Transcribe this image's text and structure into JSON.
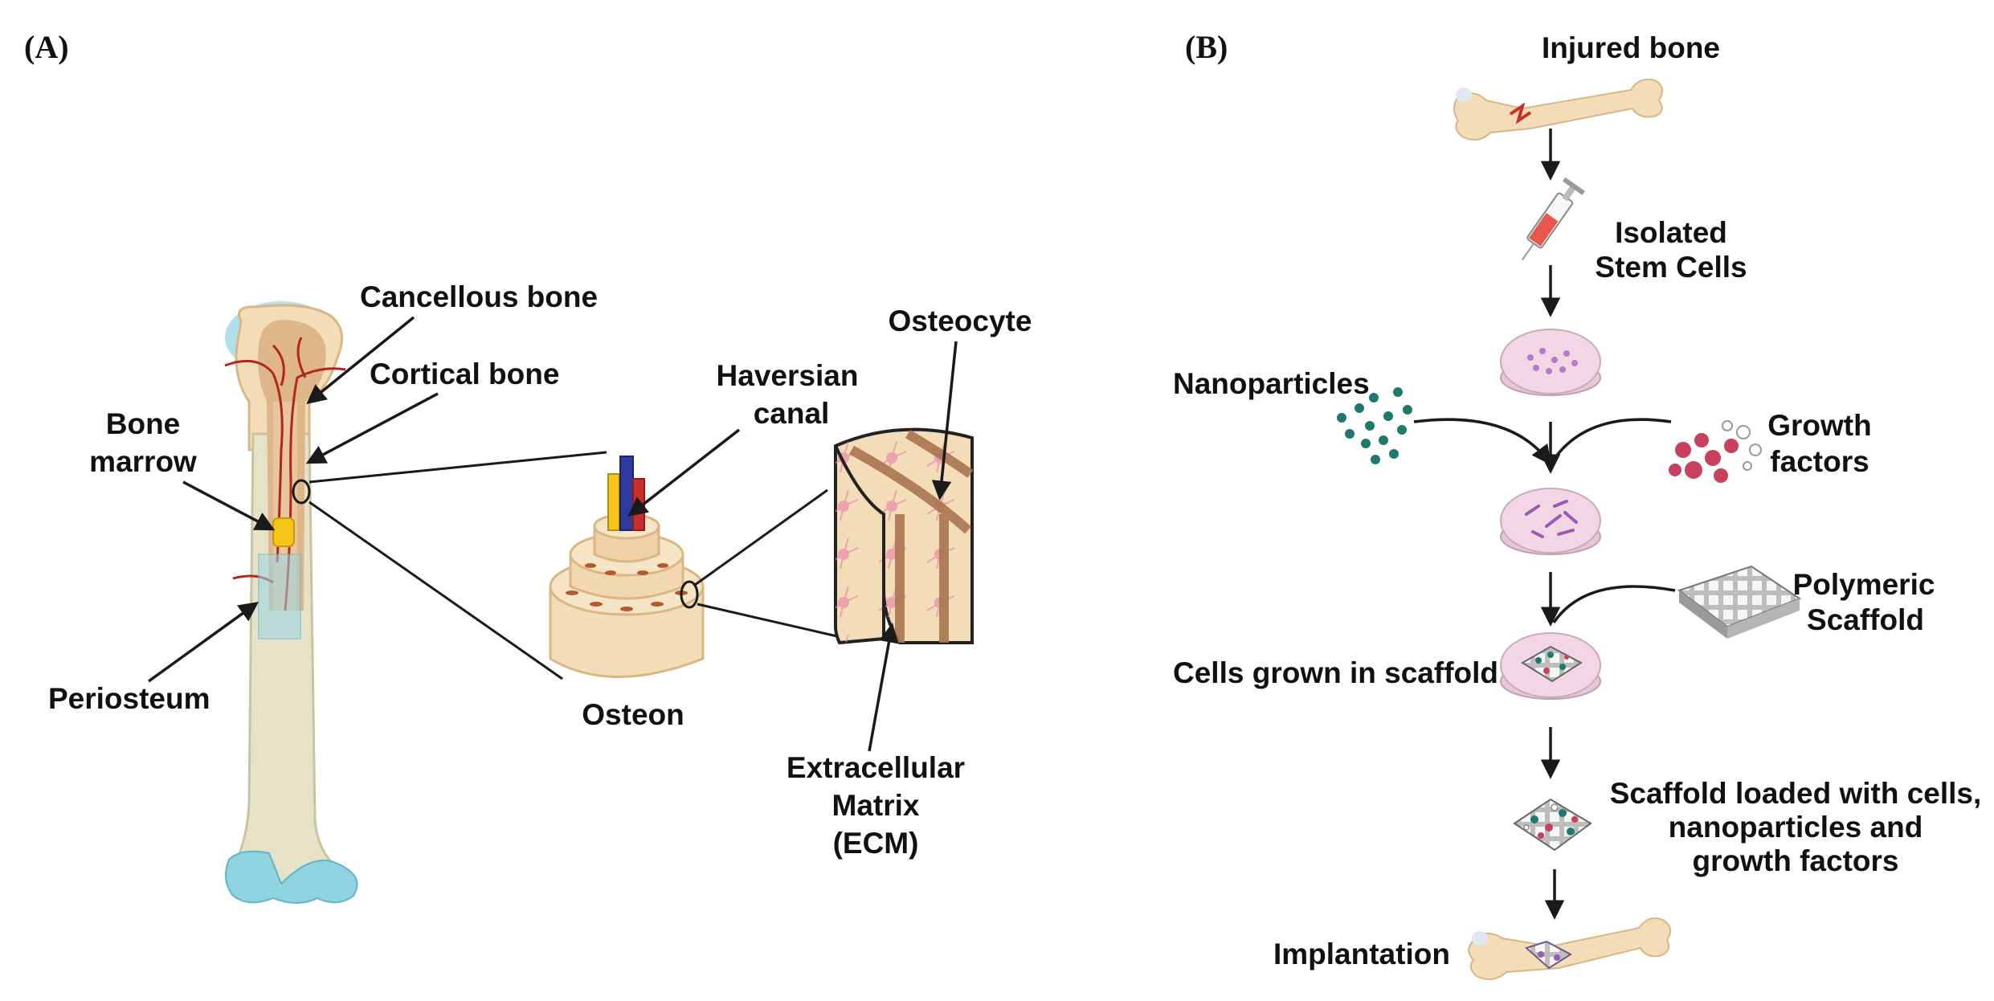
{
  "panels": {
    "a": "(A)",
    "b": "(B)"
  },
  "panel_a": {
    "cancellous_bone": "Cancellous bone",
    "cortical_bone": "Cortical bone",
    "bone_marrow": [
      "Bone",
      "marrow"
    ],
    "periosteum": "Periosteum",
    "haversian_canal": [
      "Haversian",
      "canal"
    ],
    "osteon": "Osteon",
    "osteocyte": "Osteocyte",
    "ecm": [
      "Extracellular",
      "Matrix",
      "(ECM)"
    ]
  },
  "panel_b": {
    "injured_bone": "Injured bone",
    "isolated_stem_cells": [
      "Isolated",
      "Stem Cells"
    ],
    "nanoparticles": "Nanoparticles",
    "growth_factors": [
      "Growth",
      "factors"
    ],
    "polymeric_scaffold": [
      "Polymeric",
      "Scaffold"
    ],
    "cells_grown": "Cells grown in scaffold",
    "scaffold_loaded": [
      "Scaffold loaded with cells,",
      "nanoparticles and",
      "growth factors"
    ],
    "implantation": "Implantation"
  },
  "colors": {
    "bone": "#f3dcb8",
    "bone_shadow": "#e2c394",
    "shaft": "#e6e2c8",
    "cartilage": "#8fd3e0",
    "vessel": "#b3261e",
    "petri": "#f3c6dc",
    "nanoparticle": "#1f7a6d",
    "growth_factor": "#c8405b",
    "scaffold": "#8a8a8a"
  }
}
